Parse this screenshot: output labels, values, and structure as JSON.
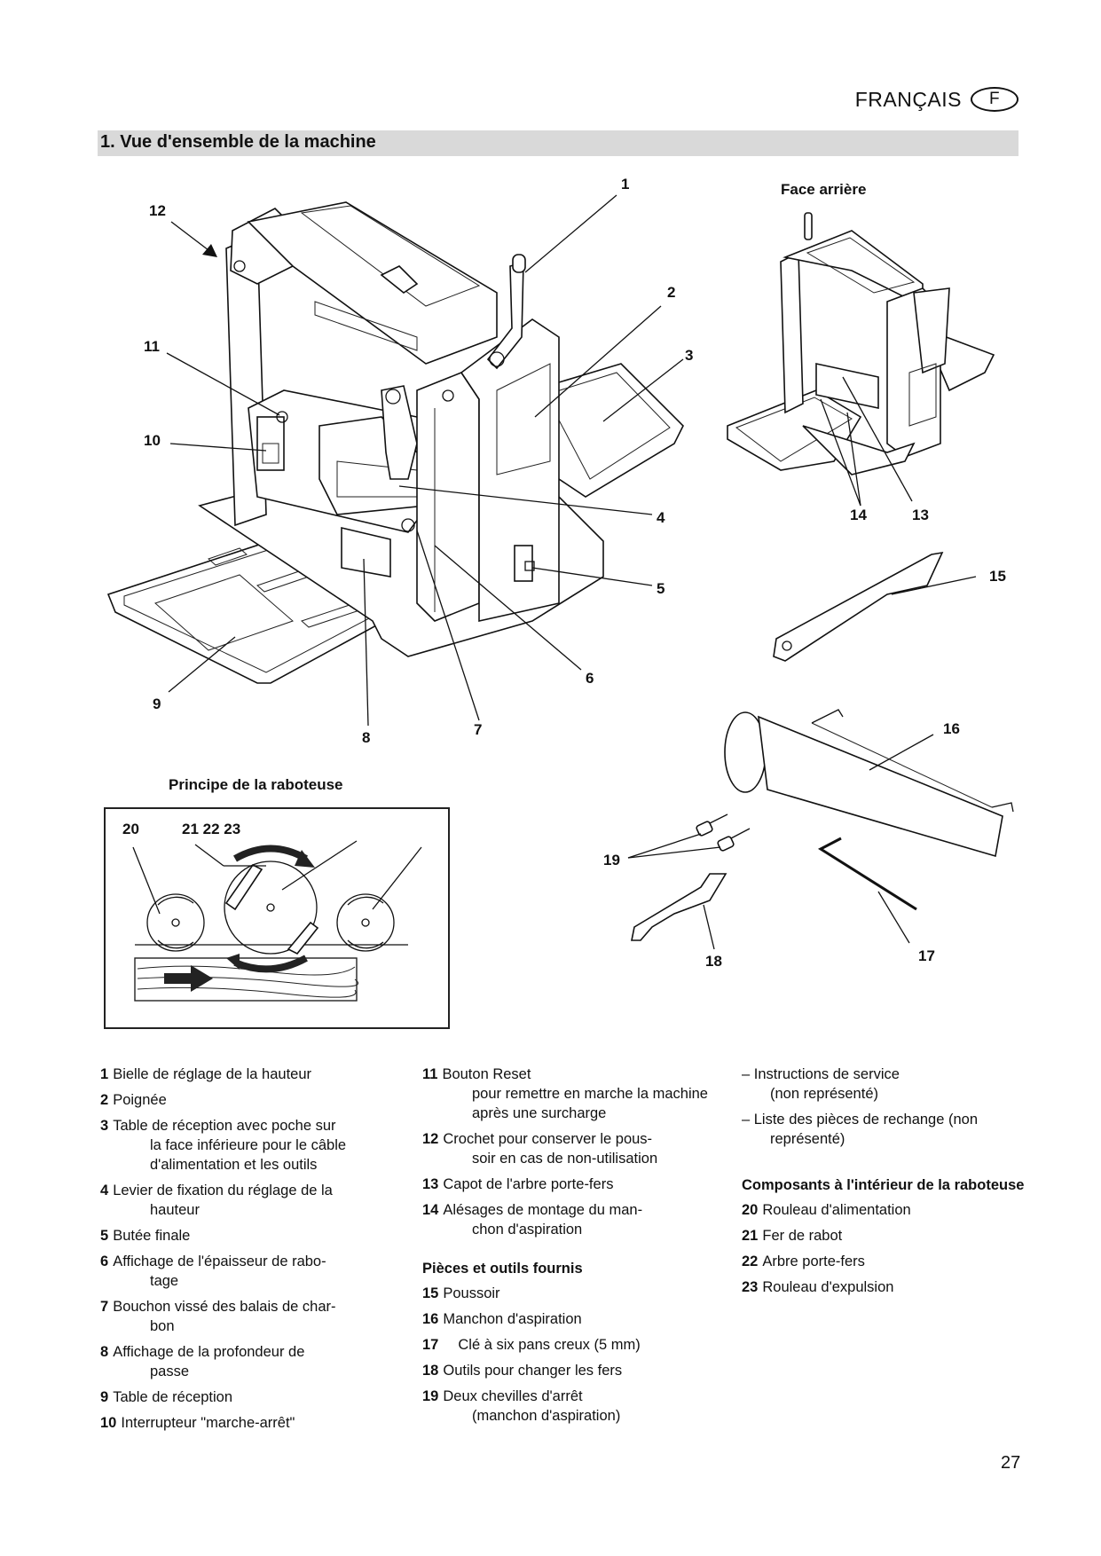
{
  "header": {
    "language": "FRANÇAIS",
    "language_code": "F"
  },
  "section": {
    "title": "1. Vue d'ensemble de la machine"
  },
  "figures": {
    "main_callouts": [
      "1",
      "2",
      "3",
      "4",
      "5",
      "6",
      "7",
      "8",
      "9",
      "10",
      "11",
      "12"
    ],
    "rear_title": "Face arrière",
    "rear_callouts": [
      "14",
      "13"
    ],
    "tools_callouts": [
      "15",
      "16",
      "17",
      "18",
      "19"
    ],
    "principle_title": "Principe de la raboteuse",
    "principle_callouts": [
      "20",
      "21 22 23"
    ]
  },
  "legend": {
    "col1": [
      {
        "num": "1",
        "text": "Bielle de réglage de la hauteur",
        "cont": ""
      },
      {
        "num": "2",
        "text": "Poignée",
        "cont": ""
      },
      {
        "num": "3",
        "text": "Table de réception avec poche sur",
        "cont": "la face inférieure pour le câble d'alimentation et les outils"
      },
      {
        "num": "4",
        "text": "Levier de fixation du réglage de la",
        "cont": "hauteur"
      },
      {
        "num": "5",
        "text": "Butée finale",
        "cont": ""
      },
      {
        "num": "6",
        "text": "Affichage de l'épaisseur de rabo-",
        "cont": "tage"
      },
      {
        "num": "7",
        "text": "Bouchon vissé des balais de char-",
        "cont": "bon"
      },
      {
        "num": "8",
        "text": "Affichage de la profondeur de",
        "cont": "passe"
      },
      {
        "num": "9",
        "text": "Table de réception",
        "cont": ""
      },
      {
        "num": "10",
        "text": "Interrupteur \"marche-arrêt\"",
        "cont": ""
      }
    ],
    "col2": [
      {
        "num": "11",
        "text": "Bouton Reset",
        "cont": "pour remettre en marche la machine après une surcharge"
      },
      {
        "num": "12",
        "text": "Crochet pour conserver le pous-",
        "cont": "soir en cas de non-utilisation"
      },
      {
        "num": "13",
        "text": "Capot de l'arbre porte-fers",
        "cont": ""
      },
      {
        "num": "14",
        "text": "Alésages de montage du man-",
        "cont": "chon d'aspiration"
      }
    ],
    "supplied_heading": "Pièces et outils fournis",
    "supplied": [
      {
        "num": "15",
        "text": "Poussoir",
        "cont": ""
      },
      {
        "num": "16",
        "text": "Manchon d'aspiration",
        "cont": ""
      },
      {
        "num": "17",
        "text": "Clé à six pans creux (5 mm)",
        "cont": ""
      },
      {
        "num": "18",
        "text": "Outils pour changer les fers",
        "cont": ""
      },
      {
        "num": "19",
        "text": "Deux chevilles d'arrêt",
        "cont": "(manchon d'aspiration)"
      }
    ],
    "col3_extras": [
      {
        "text": "– Instructions de service",
        "cont": "(non représenté)"
      },
      {
        "text": "– Liste des pièces de rechange (non",
        "cont": "représenté)"
      }
    ],
    "components_heading": "Composants à l'intérieur de la raboteuse",
    "components": [
      {
        "num": "20",
        "text": "Rouleau d'alimentation",
        "cont": ""
      },
      {
        "num": "21",
        "text": "Fer de rabot",
        "cont": ""
      },
      {
        "num": "22",
        "text": "Arbre porte-fers",
        "cont": ""
      },
      {
        "num": "23",
        "text": "Rouleau d'expulsion",
        "cont": ""
      }
    ]
  },
  "footer": {
    "page_number": "27"
  }
}
